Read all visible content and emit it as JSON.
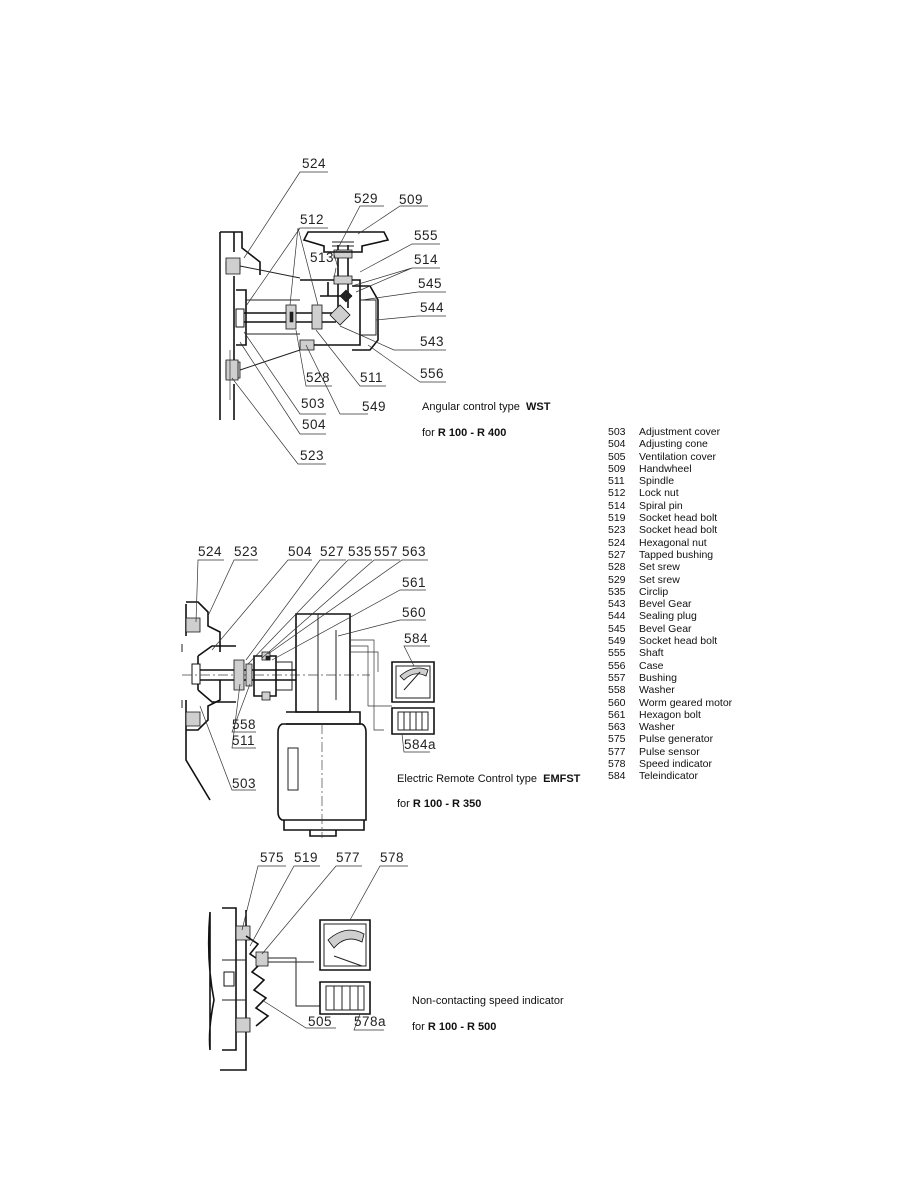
{
  "diagram_1": {
    "callouts": [
      "524",
      "529",
      "509",
      "512",
      "555",
      "513",
      "514",
      "545",
      "544",
      "543",
      "556",
      "511",
      "549",
      "528",
      "503",
      "504",
      "523"
    ],
    "caption_line1": "Angular control  type",
    "caption_line1_bold": "WST",
    "caption_line2_prefix": "for",
    "caption_line2_bold": "R 100  -  R 400"
  },
  "diagram_2": {
    "callouts": [
      "524",
      "523",
      "504",
      "527",
      "535",
      "557",
      "563",
      "561",
      "560",
      "584",
      "584a",
      "558",
      "511",
      "503"
    ],
    "caption_line1": "Electric Remote Control  type",
    "caption_line1_bold": "EMFST",
    "caption_line2_prefix": "for",
    "caption_line2_bold": "R 100  -  R 350"
  },
  "diagram_3": {
    "callouts": [
      "575",
      "519",
      "577",
      "578",
      "505",
      "578a"
    ],
    "caption_line1": "Non-contacting speed indicator",
    "caption_line2_prefix": "for",
    "caption_line2_bold": "R 100  -  R 500"
  },
  "legend": [
    {
      "code": "503",
      "label": "Adjustment cover"
    },
    {
      "code": "504",
      "label": "Adjusting cone"
    },
    {
      "code": "505",
      "label": "Ventilation cover"
    },
    {
      "code": "509",
      "label": "Handwheel"
    },
    {
      "code": "511",
      "label": "Spindle"
    },
    {
      "code": "512",
      "label": "Lock nut"
    },
    {
      "code": "514",
      "label": "Spiral pin"
    },
    {
      "code": "519",
      "label": "Socket head bolt"
    },
    {
      "code": "523",
      "label": "Socket head bolt"
    },
    {
      "code": "524",
      "label": "Hexagonal nut"
    },
    {
      "code": "527",
      "label": "Tapped bushing"
    },
    {
      "code": "528",
      "label": "Set srew"
    },
    {
      "code": "529",
      "label": "Set srew"
    },
    {
      "code": "535",
      "label": "Circlip"
    },
    {
      "code": "543",
      "label": "Bevel Gear"
    },
    {
      "code": "544",
      "label": "Sealing plug"
    },
    {
      "code": "545",
      "label": "Bevel Gear"
    },
    {
      "code": "549",
      "label": "Socket head bolt"
    },
    {
      "code": "555",
      "label": "Shaft"
    },
    {
      "code": "556",
      "label": "Case"
    },
    {
      "code": "557",
      "label": "Bushing"
    },
    {
      "code": "558",
      "label": "Washer"
    },
    {
      "code": "560",
      "label": "Worm geared motor"
    },
    {
      "code": "561",
      "label": "Hexagon bolt"
    },
    {
      "code": "563",
      "label": "Washer"
    },
    {
      "code": "575",
      "label": "Pulse generator"
    },
    {
      "code": "577",
      "label": "Pulse sensor"
    },
    {
      "code": "578",
      "label": "Speed indicator"
    },
    {
      "code": "584",
      "label": "Teleindicator"
    }
  ]
}
